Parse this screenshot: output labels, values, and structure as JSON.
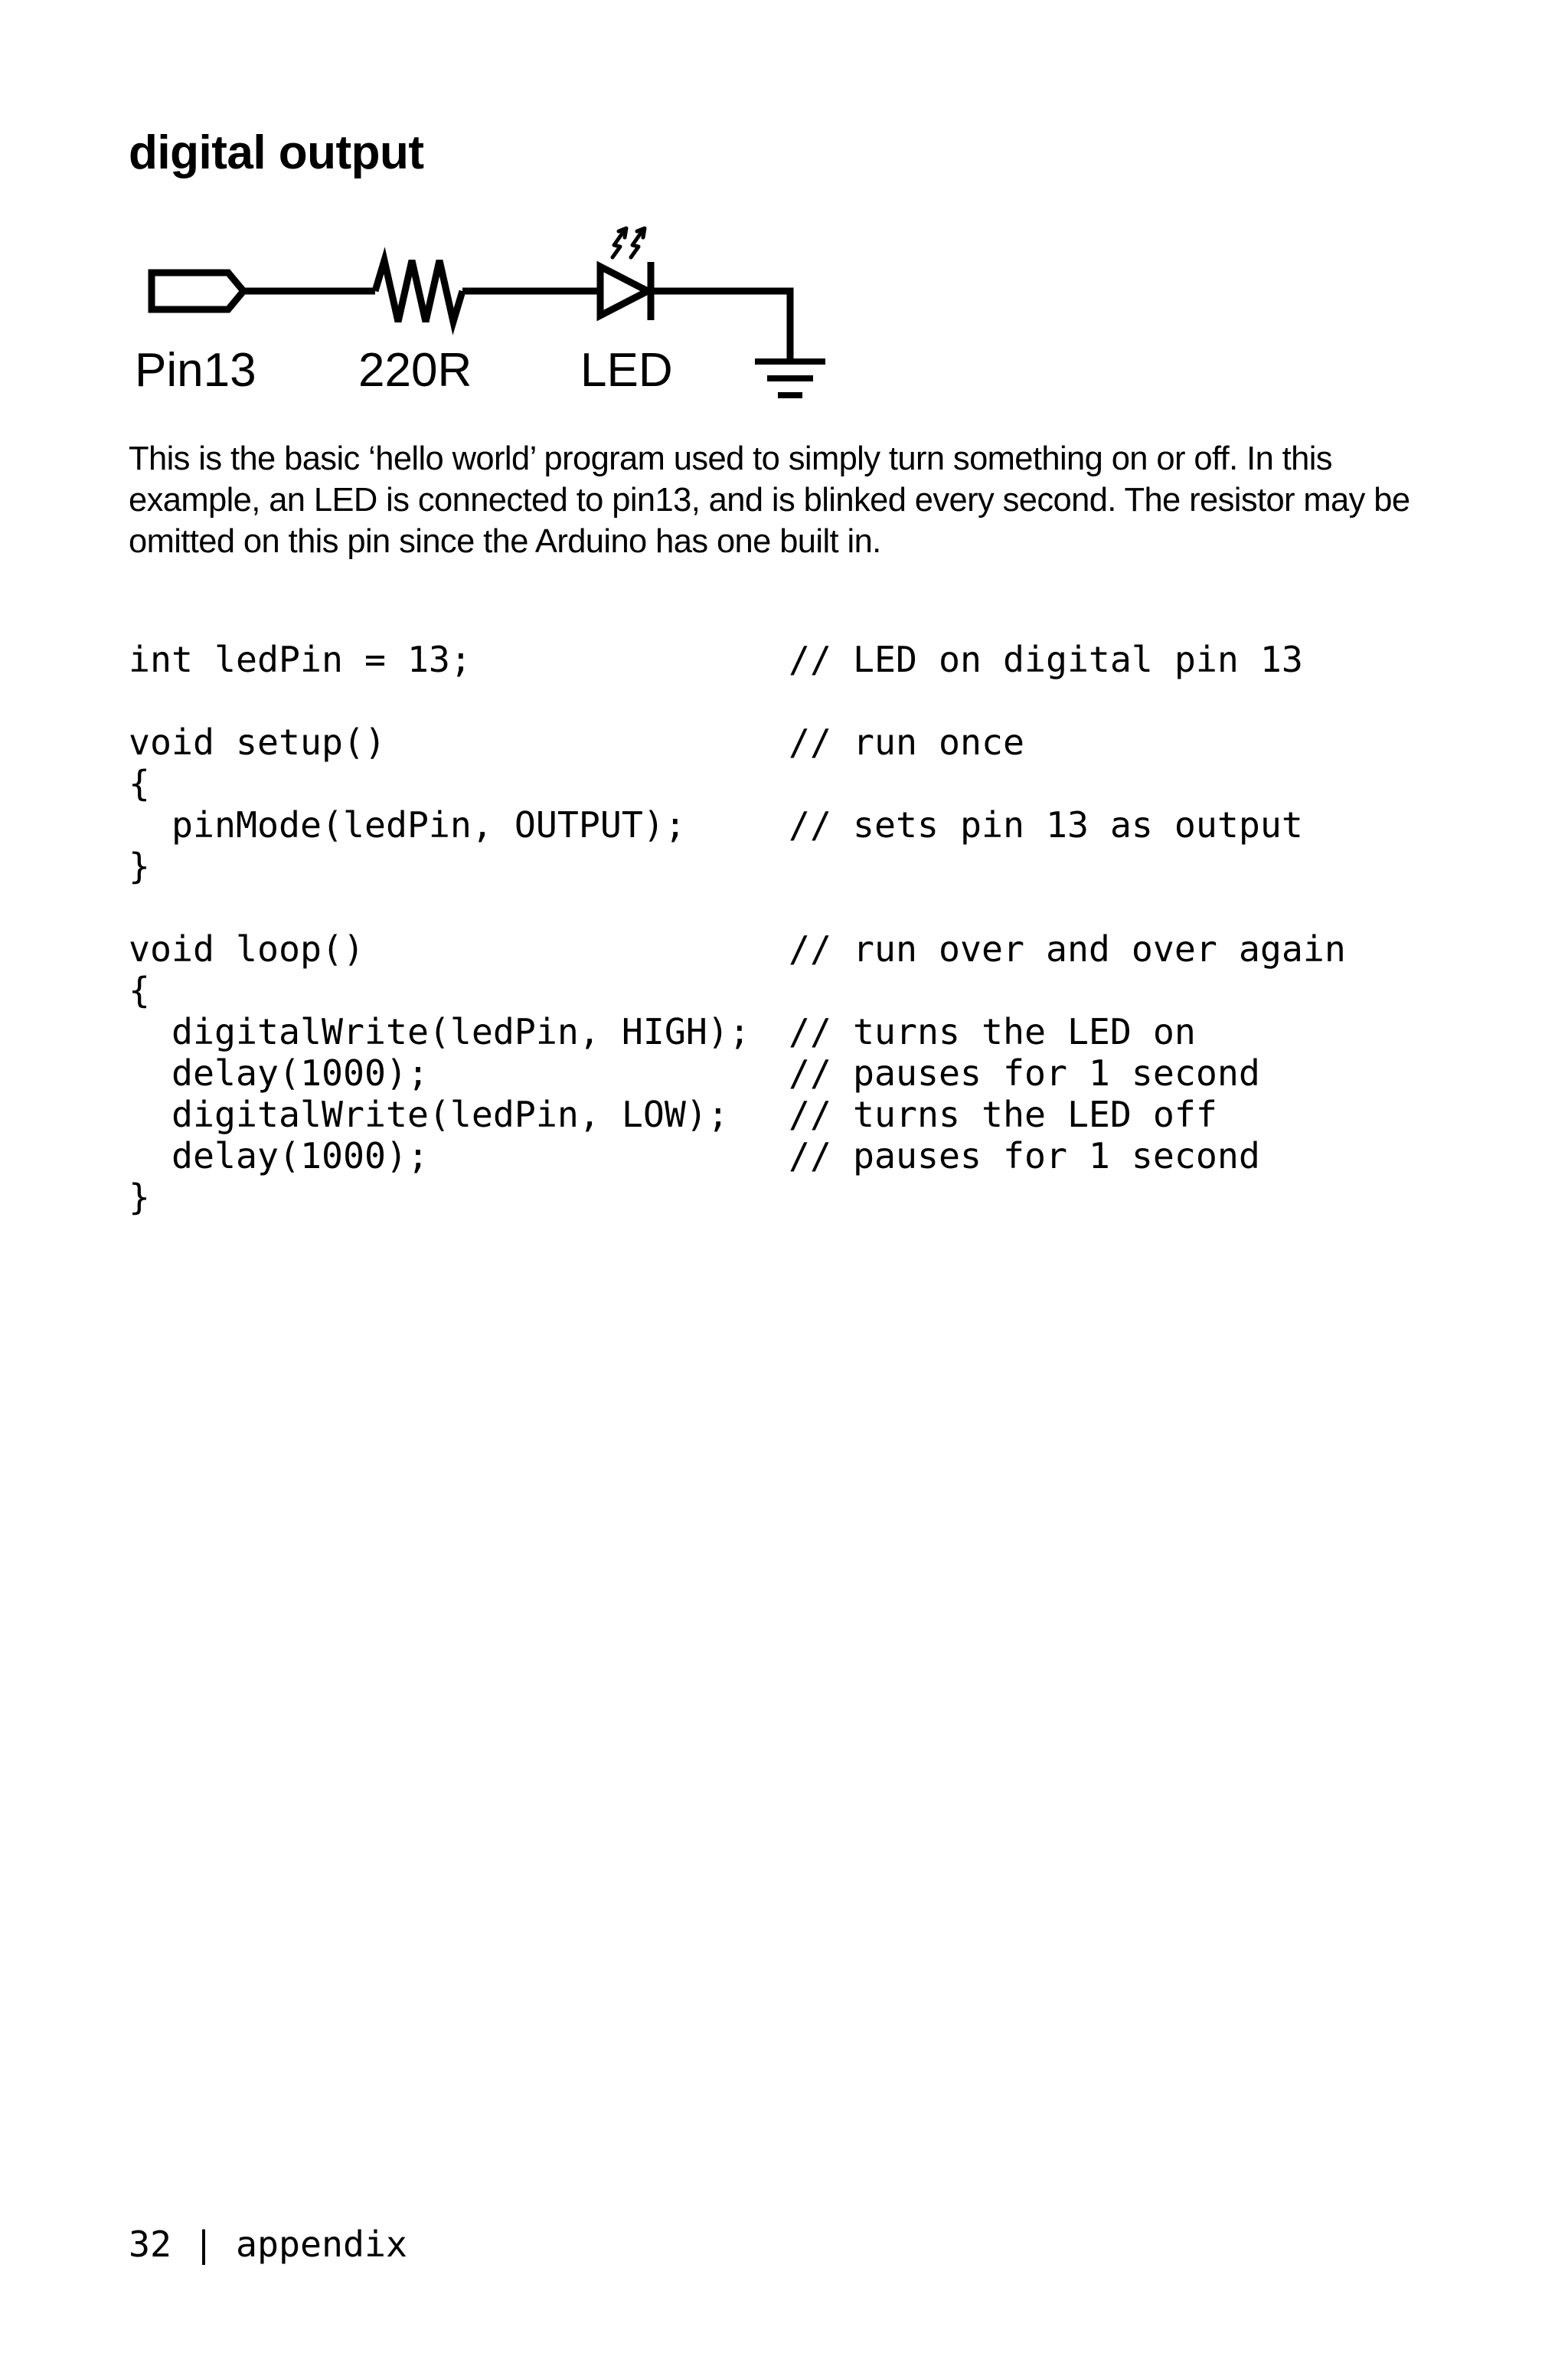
{
  "heading": "digital output",
  "schematic": {
    "labels": {
      "pin": "Pin13",
      "resistor": "220R",
      "led": "LED"
    }
  },
  "paragraph": "This is the basic ‘hello world’ program used to simply turn something on or off. In this example, an LED is connected to pin13, and is blinked every second. The resistor may be omitted on this pin since the Arduino has one built in.",
  "code": {
    "lines": [
      {
        "code": "int ledPin = 13;",
        "comment": "// LED on digital pin 13"
      },
      {
        "code": "",
        "comment": ""
      },
      {
        "code": "void setup()",
        "comment": "// run once"
      },
      {
        "code": "{",
        "comment": ""
      },
      {
        "code": "  pinMode(ledPin, OUTPUT);",
        "comment": "// sets pin 13 as output"
      },
      {
        "code": "}",
        "comment": ""
      },
      {
        "code": "",
        "comment": ""
      },
      {
        "code": "void loop()",
        "comment": "// run over and over again"
      },
      {
        "code": "{",
        "comment": ""
      },
      {
        "code": "  digitalWrite(ledPin, HIGH);",
        "comment": "// turns the LED on"
      },
      {
        "code": "  delay(1000);",
        "comment": "// pauses for 1 second"
      },
      {
        "code": "  digitalWrite(ledPin, LOW);",
        "comment": "// turns the LED off"
      },
      {
        "code": "  delay(1000);",
        "comment": "// pauses for 1 second"
      },
      {
        "code": "}",
        "comment": ""
      }
    ]
  },
  "footer": {
    "page_number": "32",
    "separator": " | ",
    "section": "appendix"
  }
}
